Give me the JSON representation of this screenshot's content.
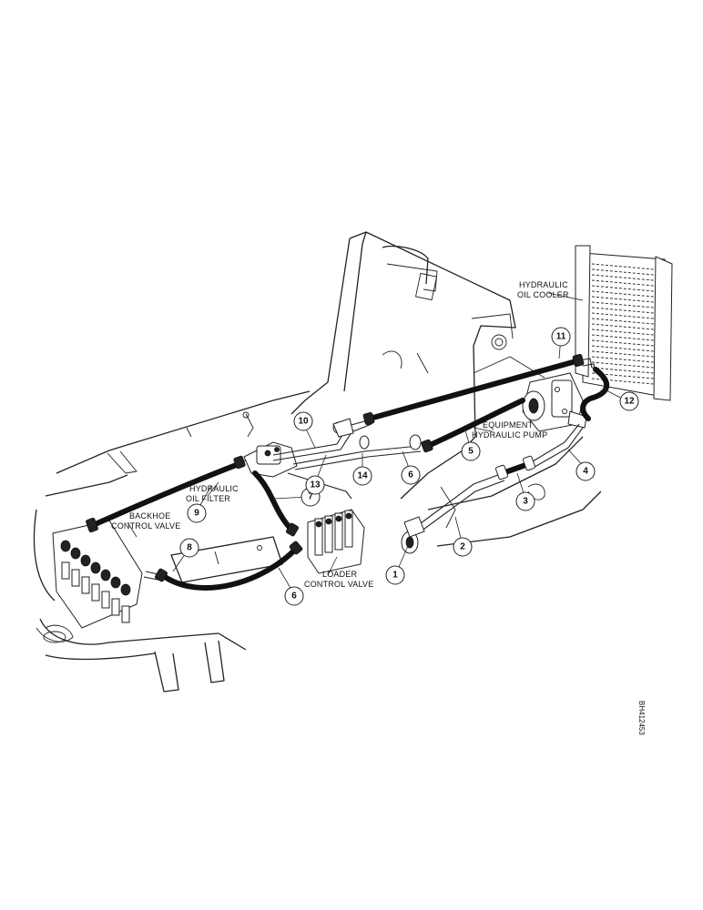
{
  "labels": {
    "hydraulic_oil_cooler": [
      "HYDRAULIC",
      "OIL COOLER"
    ],
    "equipment_hydraulic_pump": [
      "EQUIPMENT",
      "HYDRAULIC PUMP"
    ],
    "hydraulic_oil_filter": [
      "HYDRAULIC",
      "OIL FILTER"
    ],
    "backhoe_control_valve": [
      "BACKHOE",
      "CONTROL VALVE"
    ],
    "loader_control_valve": [
      "LOADER",
      "CONTROL VALVE"
    ]
  },
  "callouts": [
    "1",
    "2",
    "3",
    "4",
    "5",
    "6",
    "7",
    "6",
    "9",
    "10",
    "11",
    "12",
    "13",
    "14",
    "8"
  ],
  "figure_code": "BH412453"
}
